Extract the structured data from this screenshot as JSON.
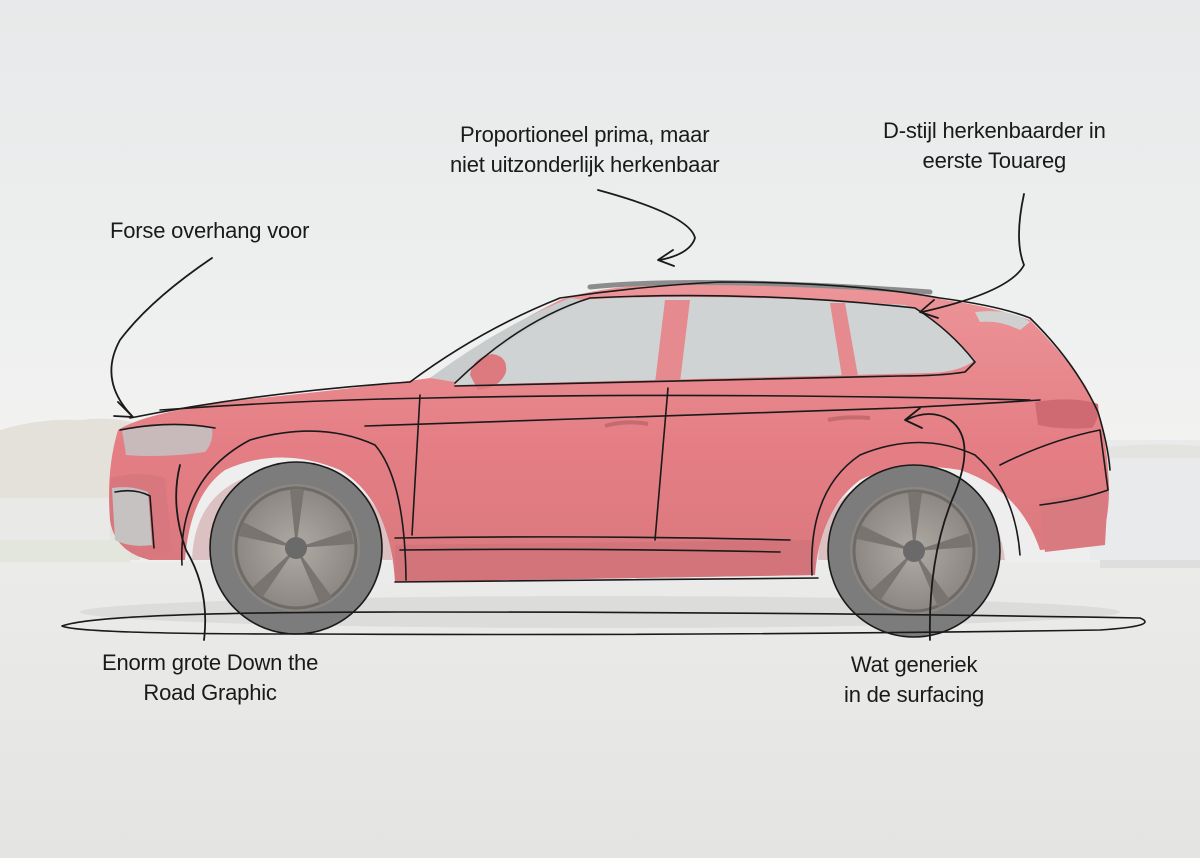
{
  "annotations": {
    "front_overhang": {
      "lines": [
        "Forse overhang voor"
      ]
    },
    "proportions": {
      "lines": [
        "Proportioneel prima, maar",
        "niet uitzonderlijk herkenbaar"
      ]
    },
    "d_pillar": {
      "lines": [
        "D-stijl herkenbaarder in",
        "eerste Touareg"
      ]
    },
    "down_the_road": {
      "lines": [
        "Enorm grote Down the",
        "Road Graphic"
      ]
    },
    "surfacing": {
      "lines": [
        "Wat generiek",
        "in de surfacing"
      ]
    }
  },
  "colors": {
    "sky_top": "#e9ebec",
    "sky_horizon": "#f3f3f2",
    "road": "#e8e8e6",
    "car_body": "#e8868b",
    "car_body_dark": "#d46c72",
    "glass": "#d4d6d6",
    "tyre": "#8f8f8f",
    "rim": "#9a9490",
    "sketch_line": "#1a1a1a"
  }
}
